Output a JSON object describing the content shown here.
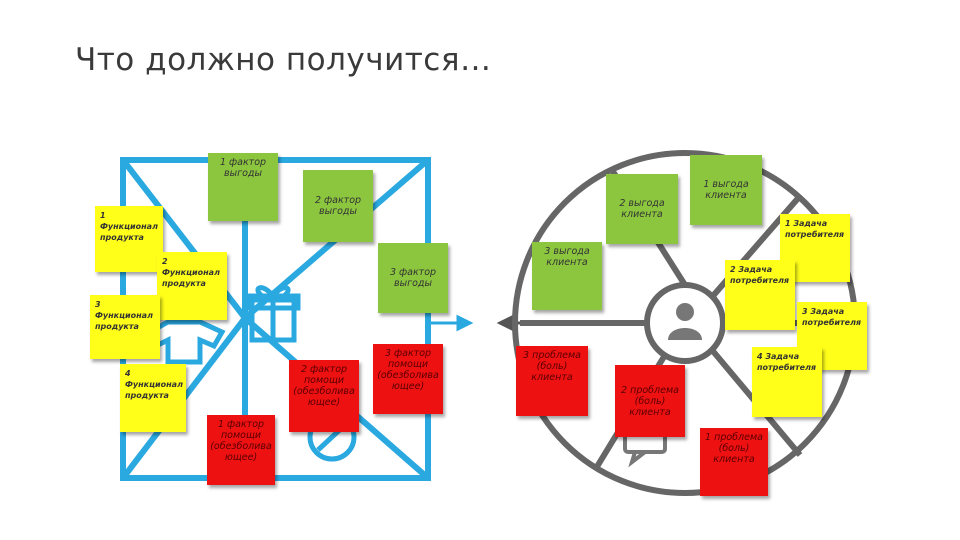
{
  "title": "Что должно получится…",
  "colors": {
    "line": "#2aa8e0",
    "grey": "#888888",
    "green": "#8cc63f",
    "yellow": "#ffff1a",
    "red": "#ee1111"
  },
  "product_map": {
    "icons": [
      "gift-icon",
      "pill-icon",
      "shirt-icon"
    ],
    "gain_creators": [
      "1 фактор\nвыгоды",
      "2 фактор\nвыгоды",
      "3 фактор\nвыгоды"
    ],
    "products": [
      "1 Функционал\nпродукта",
      "2 Функционал\nпродукта",
      "3 Функционал\nпродукта",
      "4 Функционал\nпродукта"
    ],
    "pain_relievers": [
      "1 фактор\nпомощи\n(обезболива\nющее)",
      "2 фактор\nпомощи\n(обезболива\nющее)",
      "3 фактор\nпомощи\n(обезболива\nющее)"
    ]
  },
  "customer_profile": {
    "icons": [
      "person-icon",
      "chat-icon"
    ],
    "gains": [
      "1 выгода\nклиента",
      "2 выгода\nклиента",
      "3 выгода\nклиента"
    ],
    "jobs": [
      "1 Задача\nпотребителя",
      "2 Задача\nпотребителя",
      "3 Задача\nпотребителя",
      "4 Задача\nпотребителя"
    ],
    "pains": [
      "1 проблема\n(боль)\nклиента",
      "2 проблема\n(боль)\nклиента",
      "3 проблема\n(боль)\nклиента"
    ]
  }
}
